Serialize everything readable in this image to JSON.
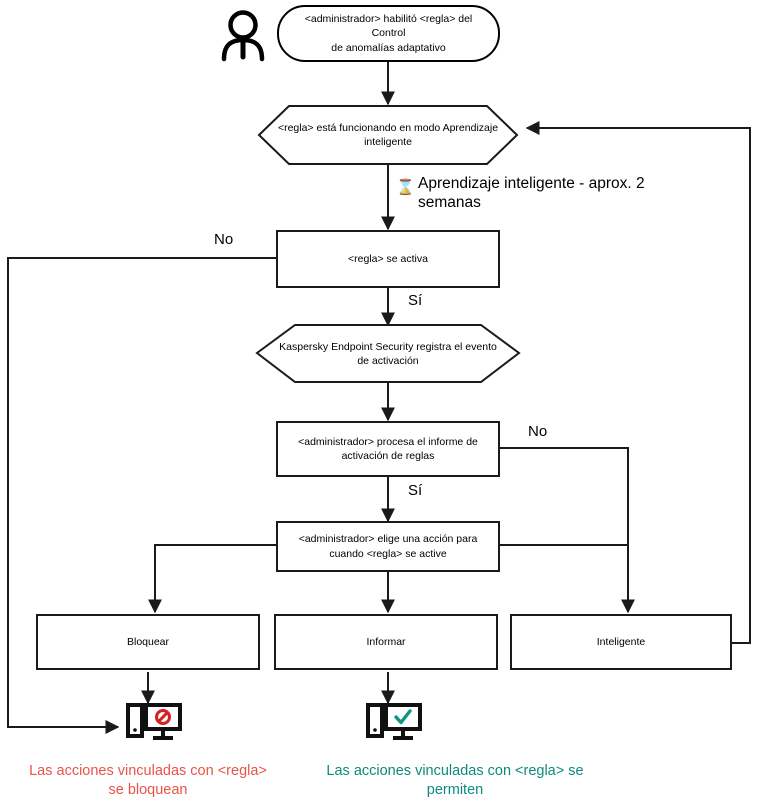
{
  "diagram": {
    "title": "Control de anomalias adaptativo - flujo de regla",
    "nodes": {
      "actor": {
        "icon": "user-actor-icon",
        "label": ""
      },
      "start": {
        "shape": "rounded-rectangle",
        "line1": "<administrador> habilitó <regla> del Control",
        "line2": "de anomalías adaptativo"
      },
      "smart_learning": {
        "shape": "hexagon",
        "line1": "<regla> está funcionando en modo Aprendizaje",
        "line2": "inteligente"
      },
      "rule_triggers": {
        "shape": "rectangle",
        "line1": "<regla> se activa"
      },
      "kes_logs": {
        "shape": "hexagon",
        "line1": "Kaspersky Endpoint Security registra el evento",
        "line2": "de activación"
      },
      "admin_processes": {
        "shape": "rectangle",
        "line1": "<administrador> procesa el informe de",
        "line2": "activación de reglas"
      },
      "admin_chooses": {
        "shape": "rectangle",
        "line1": "<administrador> elige una acción para",
        "line2": "cuando <regla> se active"
      },
      "block": {
        "shape": "rectangle",
        "line1": "Bloquear"
      },
      "inform": {
        "shape": "rectangle",
        "line1": "Informar"
      },
      "smart": {
        "shape": "rectangle",
        "line1": "Inteligente"
      }
    },
    "notes": {
      "learning_time": {
        "icon": "hourglass-icon",
        "line1": "Aprendizaje inteligente - aprox. 2",
        "line2": "semanas"
      }
    },
    "edge_labels": {
      "rule_triggers_no": "No",
      "rule_triggers_yes": "Sí",
      "admin_processes_no": "No",
      "admin_processes_yes": "Sí"
    },
    "outcomes": {
      "blocked": {
        "icon": "computer-blocked-icon",
        "line1": "Las acciones vinculadas con <regla>",
        "line2": "se bloquean",
        "color": "#e8544a"
      },
      "allowed": {
        "icon": "computer-allowed-icon",
        "line1": "Las acciones vinculadas con <regla> se",
        "line2": "permiten",
        "color": "#0e8a7d"
      }
    },
    "colors": {
      "stroke": "#1a1a1a",
      "blocked_text": "#e8544a",
      "allowed_text": "#0e8a7d",
      "blocked_symbol": "#d81f26",
      "allowed_symbol": "#0e9683"
    }
  }
}
